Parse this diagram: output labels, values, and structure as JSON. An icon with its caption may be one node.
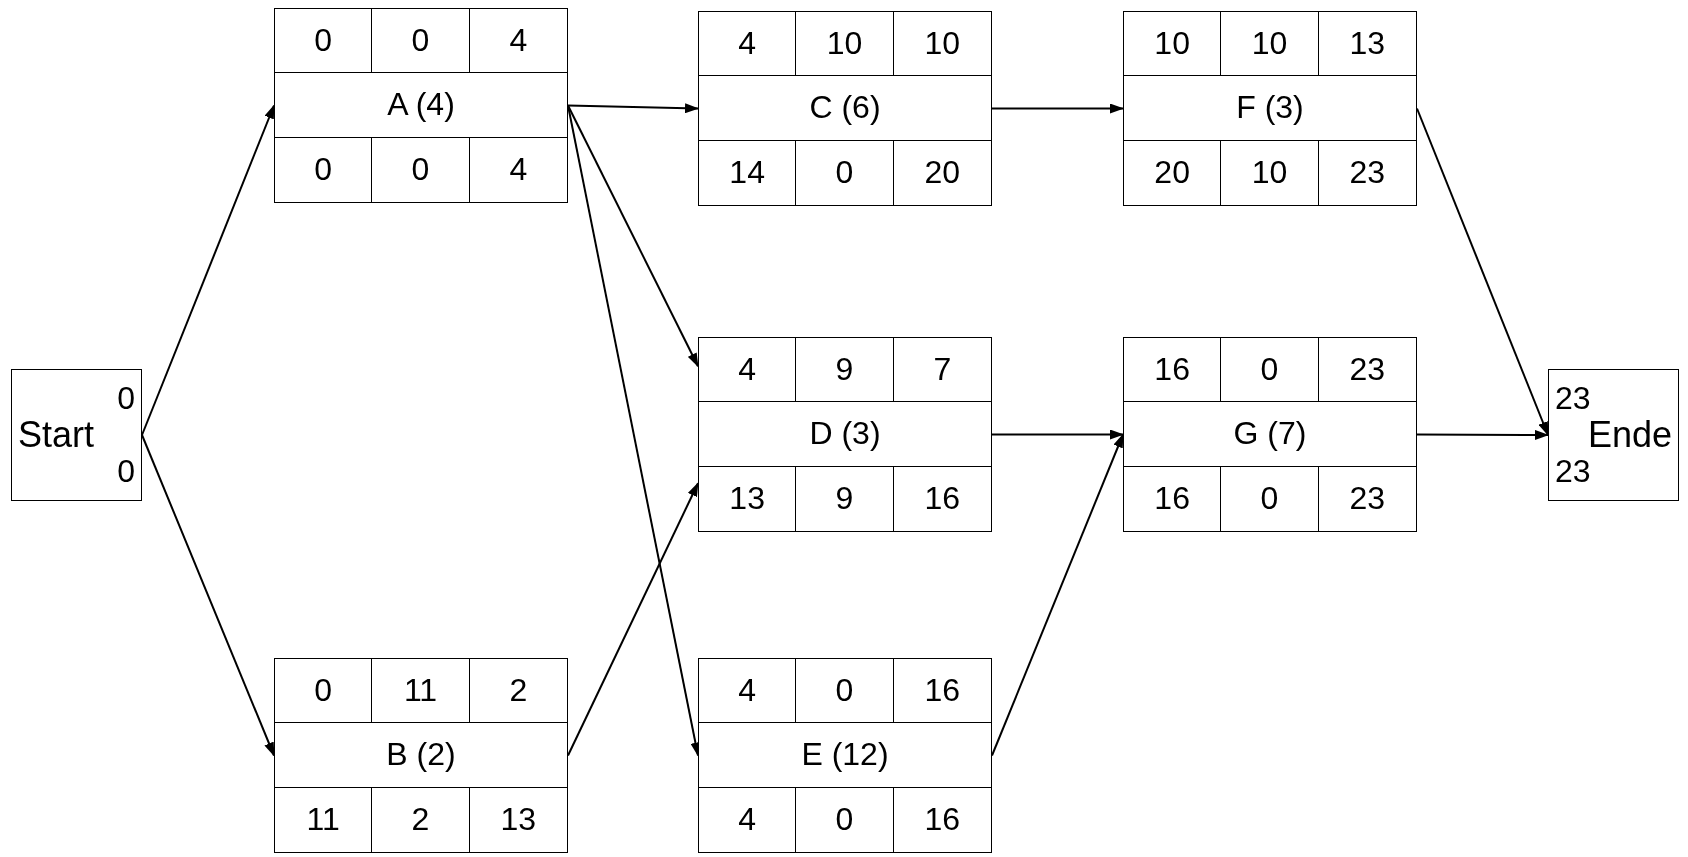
{
  "diagram": {
    "nodes": [
      {
        "text": [
          "0",
          "Start",
          "0"
        ]
      },
      {
        "text": [
          "0",
          "0",
          "4",
          "A (4)",
          "0",
          "0",
          "4"
        ]
      },
      {
        "text": [
          "0",
          "11",
          "2",
          "B (2)",
          "11",
          "2",
          "13"
        ]
      },
      {
        "text": [
          "4",
          "10",
          "10",
          "C (6)",
          "14",
          "0",
          "20"
        ]
      },
      {
        "text": [
          "4",
          "9",
          "7",
          "D (3)",
          "13",
          "9",
          "16"
        ]
      },
      {
        "text": [
          "4",
          "0",
          "16",
          "E (12)",
          "4",
          "0",
          "16"
        ]
      },
      {
        "text": [
          "10",
          "10",
          "13",
          "F (3)",
          "20",
          "10",
          "23"
        ]
      },
      {
        "text": [
          "16",
          "0",
          "23",
          "G (7)",
          "16",
          "0",
          "23"
        ]
      },
      {
        "text": [
          "23",
          "Ende",
          "23"
        ]
      }
    ],
    "edges": [
      {
        "from": 0,
        "to": 1,
        "arrow": "to"
      },
      {
        "from": 0,
        "to": 2,
        "arrow": "to"
      },
      {
        "from": 1,
        "to": 3,
        "arrow": "to"
      },
      {
        "from": 1,
        "to": 4,
        "arrow": "to"
      },
      {
        "from": 1,
        "to": 5,
        "arrow": "to"
      },
      {
        "from": 2,
        "to": 4,
        "arrow": "to"
      },
      {
        "from": 3,
        "to": 6,
        "arrow": "to"
      },
      {
        "from": 4,
        "to": 7,
        "arrow": "to"
      },
      {
        "from": 5,
        "to": 7,
        "arrow": "to"
      },
      {
        "from": 6,
        "to": 8,
        "arrow": "to"
      },
      {
        "from": 7,
        "to": 8,
        "arrow": "to"
      }
    ]
  }
}
